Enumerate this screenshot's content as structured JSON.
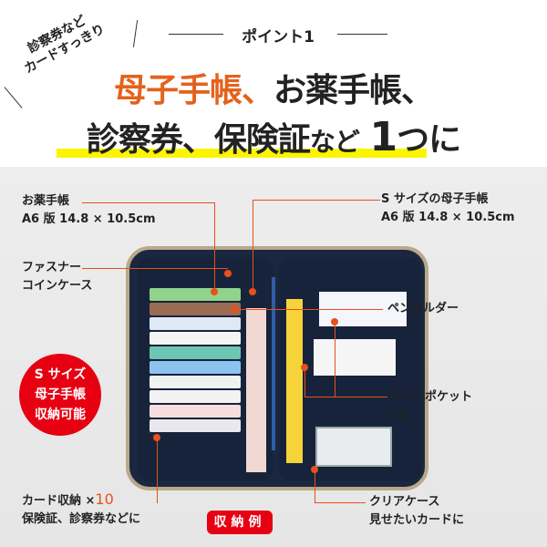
{
  "header": {
    "tilted_caption": [
      "診察券など",
      "カードすっきり"
    ],
    "point_label": "ポイント1",
    "title_line1_highlight": "母子手帳、",
    "title_line1_rest": "お薬手帳、",
    "title_line2_a": "診察券、保険証",
    "title_line2_b": "など",
    "title_line2_c": "1",
    "title_line2_d": "つに"
  },
  "annotations": {
    "okusuri": {
      "title": "お薬手帳",
      "size": "A6 版 14.8 × 10.5cm"
    },
    "boshi": {
      "title": "S サイズの母子手帳",
      "size": "A6 版 14.8 × 10.5cm"
    },
    "fastener": {
      "line1": "ファスナー",
      "line2": "コインケース"
    },
    "pen": {
      "title": "ペンホルダー"
    },
    "free": {
      "line1": "フリーポケット",
      "line2": "×2"
    },
    "clear": {
      "line1": "クリアケース",
      "line2": "見せたいカードに"
    },
    "card": {
      "line1": "カード収納 ×",
      "count": "10",
      "line2": "保険証、診察券などに"
    }
  },
  "badge": {
    "lines": [
      "S サイズ",
      "母子手帳",
      "収納可能"
    ]
  },
  "example_button": "収納例",
  "colors": {
    "accent": "#e8501e",
    "red": "#e60012",
    "yellow": "#fbf500",
    "navy": "#1b2740"
  }
}
